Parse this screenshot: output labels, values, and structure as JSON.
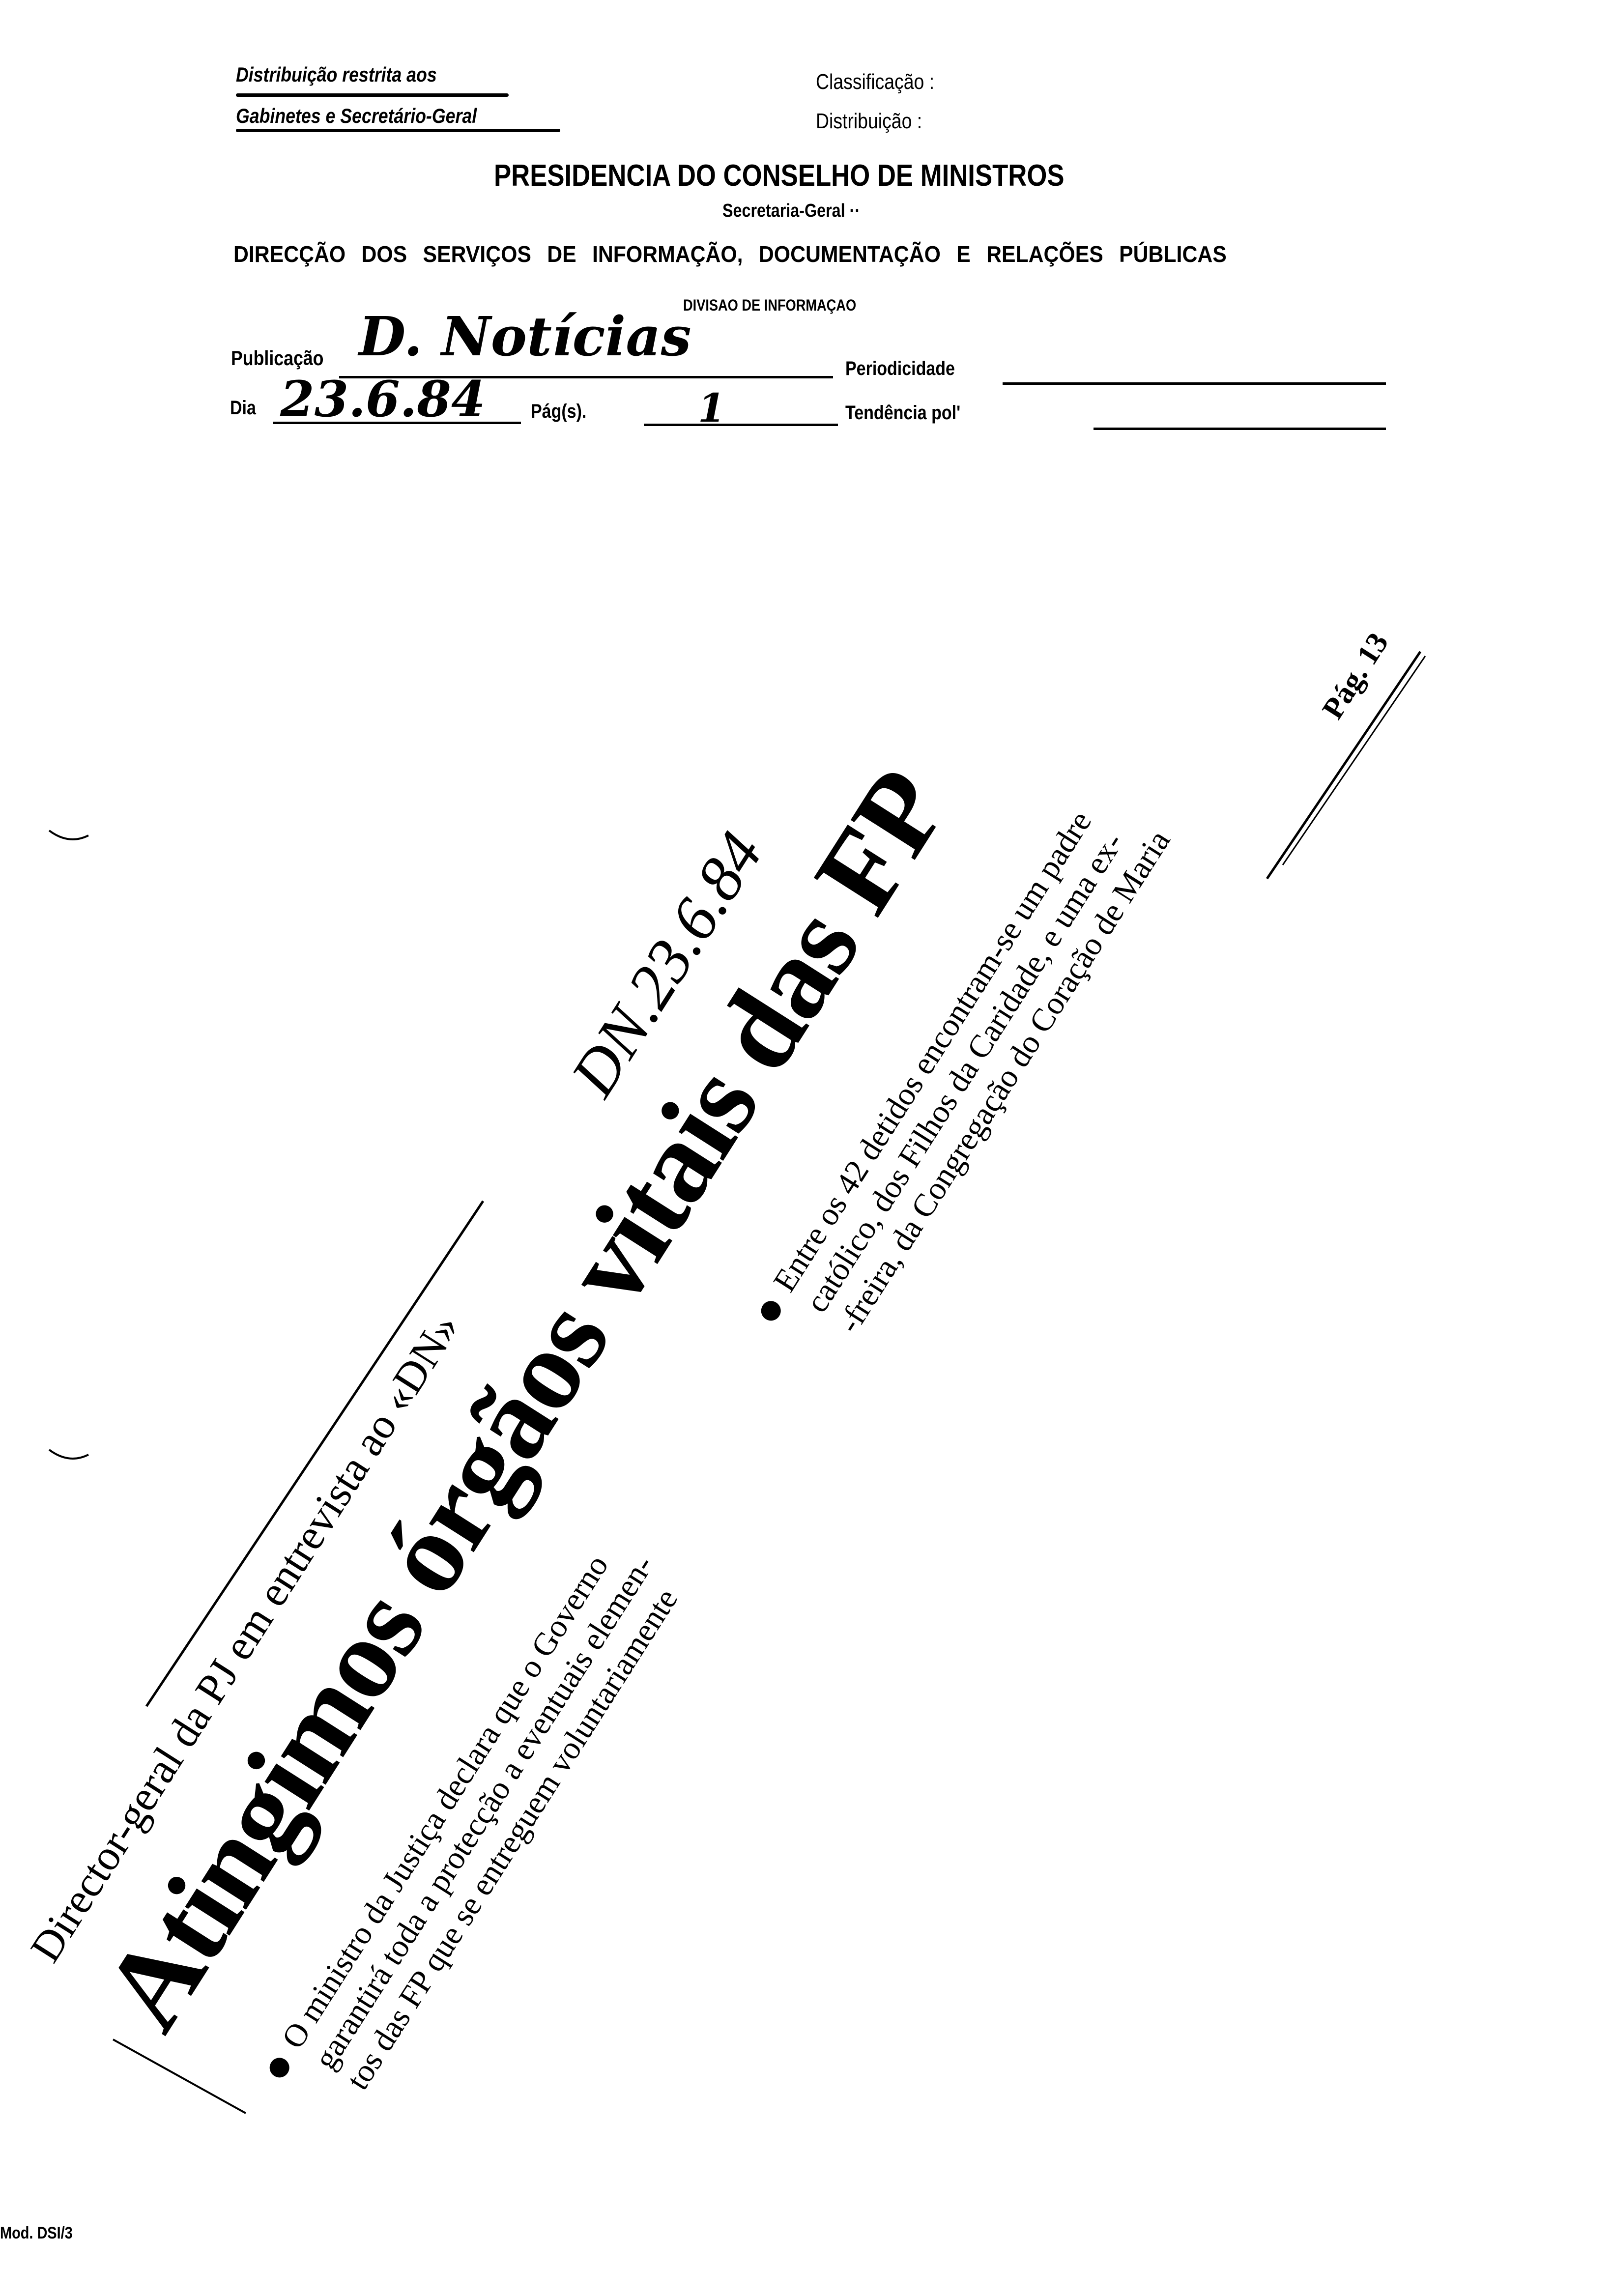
{
  "header": {
    "distribution_note_line1": "Distribuição restrita aos",
    "distribution_note_line2": "Gabinetes e Secretário-Geral",
    "classification_label": "Classificação :",
    "distribution_label": "Distribuição :",
    "organization": "PRESIDENCIA DO CONSELHO DE MINISTROS",
    "secretariat": "Secretaria-Geral ··",
    "directorate": "DIRECÇÃO DOS SERVIÇOS DE INFORMAÇÃO, DOCUMENTAÇÃO E RELAÇÕES PÚBLICAS",
    "division": "DIVISAO DE INFORMAÇAO"
  },
  "form": {
    "publication_label": "Publicação",
    "publication_value": "D. Notícias",
    "periodicity_label": "Periodicidade",
    "day_label": "Dia",
    "day_value": "23.6.84",
    "pages_label": "Pág(s).",
    "pages_value": "1",
    "tendency_label": "Tendência pol'"
  },
  "clipping": {
    "kicker": "Director-geral da PJ em entrevista ao «DN»",
    "headline": "Atingimos órgãos vitais das FP",
    "lead1_lines": [
      "O ministro da Justiça declara que o Governo",
      "garantirá toda a protecção a eventuais elemen-",
      "tos das FP que se entreguem voluntariamente"
    ],
    "lead2_lines": [
      "Entre os 42 detidos encontram-se um padre",
      "católico, dos Filhos da Caridade, e uma ex-",
      "-freira, da Congregação do Coração de Maria"
    ],
    "page_ref": "Pág. 13",
    "handwritten_note": "DN.23.6.84"
  },
  "footer": {
    "form_code": "Mod. DSI/3"
  }
}
